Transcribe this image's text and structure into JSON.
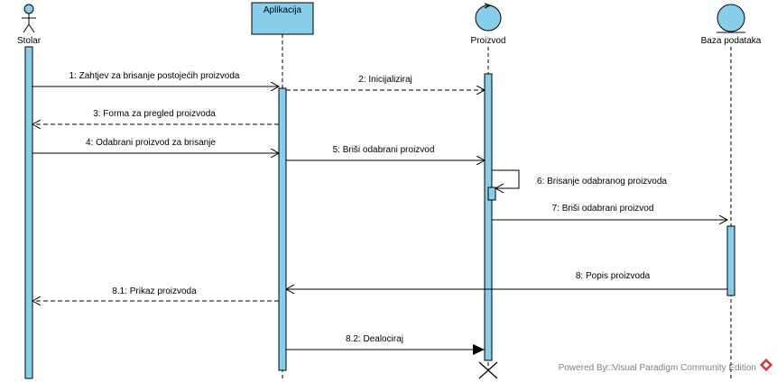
{
  "diagram": {
    "participants": {
      "stolar": "Stolar",
      "aplikacija": "Aplikacija",
      "proizvod": "Proizvod",
      "baza": "Baza podataka"
    },
    "messages": [
      {
        "label": "1: Zahtjev za brisanje postojećih proizvoda"
      },
      {
        "label": "2: Inicijaliziraj"
      },
      {
        "label": "3: Forma za pregled proizvoda"
      },
      {
        "label": "4: Odabrani proizvod za brisanje"
      },
      {
        "label": "5: Briši odabrani proizvod"
      },
      {
        "label": "6: Brisanje odabranog proizvoda"
      },
      {
        "label": "7: Briši odabrani proizvod"
      },
      {
        "label": "8: Popis proizvoda"
      },
      {
        "label": "8.1: Prikaz proizvoda"
      },
      {
        "label": "8.2: Dealociraj"
      }
    ],
    "watermark": "Powered By□Visual Paradigm Community Edition",
    "colors": {
      "fill": "#87ceeb",
      "stroke": "#000000",
      "watermark": "#7f7f7f",
      "logo": "#d9363e"
    }
  }
}
